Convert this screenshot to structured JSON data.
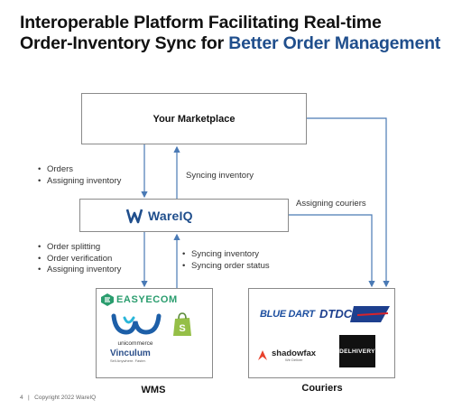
{
  "title": {
    "prefix": "Interoperable Platform Facilitating Real-time",
    "line2_prefix": "Order-Inventory Sync for ",
    "accent": "Better Order Management"
  },
  "nodes": {
    "marketplace": "Your Marketplace",
    "wareiq": "WareIQ",
    "wms_caption": "WMS",
    "couriers_caption": "Couriers"
  },
  "edges": {
    "down_to_wareiq": [
      "Orders",
      "Assigning inventory"
    ],
    "up_to_marketplace": "Syncing inventory",
    "to_couriers": "Assigning couriers",
    "down_to_wms": [
      "Order splitting",
      "Order verification",
      "Assigning inventory"
    ],
    "up_from_wms": [
      "Syncing inventory",
      "Syncing order status"
    ]
  },
  "wms_logos": {
    "easyecom": "EASYECOM",
    "unicommerce": "unicommerce",
    "vinculum": "Vinculum",
    "vinculum_tagline": "Sell Anywhere. Faster.",
    "shopify_icon": "shopify-bag-icon"
  },
  "courier_logos": {
    "bluedart": "BLUE DART",
    "dtdc": "DTDC",
    "shadowfax": "shadowfax",
    "shadowfax_tagline": "We Deliver",
    "delhivery": "DELHIVERY"
  },
  "footer": {
    "page": "4",
    "separator": "|",
    "copyright": "Copyright 2022 WareIQ"
  },
  "colors": {
    "accent": "#1f4e8c",
    "arrow": "#4a7ab5",
    "easyecom_green": "#2a9d6e",
    "shopify_green": "#95bf47"
  }
}
